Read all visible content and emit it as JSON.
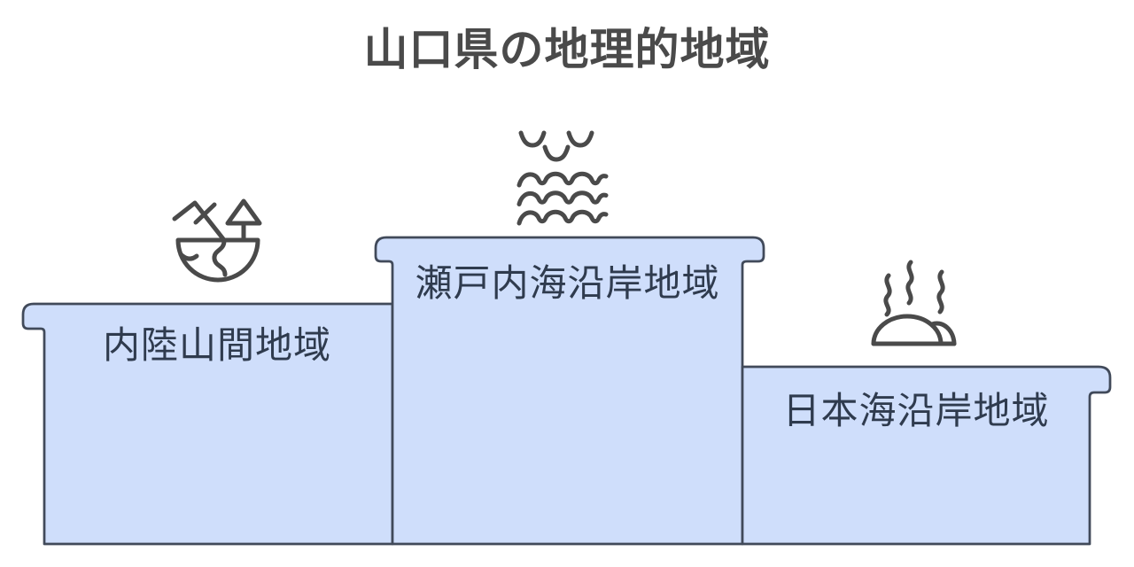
{
  "title": "山口県の地理的地域",
  "blocks": [
    {
      "label": "内陸山間地域",
      "icon": "globe-mountain-tree-icon"
    },
    {
      "label": "瀬戸内海沿岸地域",
      "icon": "sea-waves-birds-icon"
    },
    {
      "label": "日本海沿岸地域",
      "icon": "hot-spring-icon"
    }
  ],
  "colors": {
    "background": "#ffffff",
    "block_fill": "#cfdefb",
    "block_border": "#414a5a",
    "title_text": "#4a4a4a",
    "label_text": "#2f3b4e",
    "icon_stroke": "#4a4a4a"
  }
}
